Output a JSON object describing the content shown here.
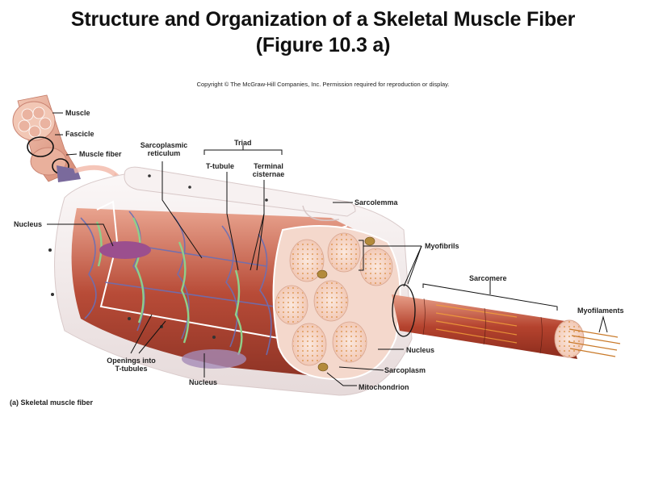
{
  "figure": {
    "title_line1": "Structure and Organization of a Skeletal Muscle Fiber",
    "title_line2": "(Figure 10.3 a)",
    "copyright": "Copyright © The McGraw-Hill Companies, Inc. Permission required for reproduction or display.",
    "caption": "(a) Skeletal muscle fiber"
  },
  "labels": {
    "muscle": "Muscle",
    "fascicle": "Fascicle",
    "muscle_fiber": "Muscle fiber",
    "sarcoplasmic_reticulum_1": "Sarcoplasmic",
    "sarcoplasmic_reticulum_2": "reticulum",
    "triad": "Triad",
    "t_tubule": "T-tubule",
    "terminal_cisternae_1": "Terminal",
    "terminal_cisternae_2": "cisternae",
    "sarcolemma": "Sarcolemma",
    "nucleus_left": "Nucleus",
    "myofibrils": "Myofibrils",
    "sarcomere": "Sarcomere",
    "myofilaments": "Myofilaments",
    "nucleus_right": "Nucleus",
    "sarcoplasm": "Sarcoplasm",
    "mitochondrion": "Mitochondrion",
    "openings_1": "Openings into",
    "openings_2": "T-tubules",
    "nucleus_bottom": "Nucleus"
  },
  "colors": {
    "muscle_red": "#b5432e",
    "sr_blue": "#6a6fb5",
    "ttubule_green": "#8fcf8a",
    "membrane": "#f3ecec",
    "nucleus_purple": "#9b4f8e",
    "myofibril_pink": "#f6d6c6"
  }
}
